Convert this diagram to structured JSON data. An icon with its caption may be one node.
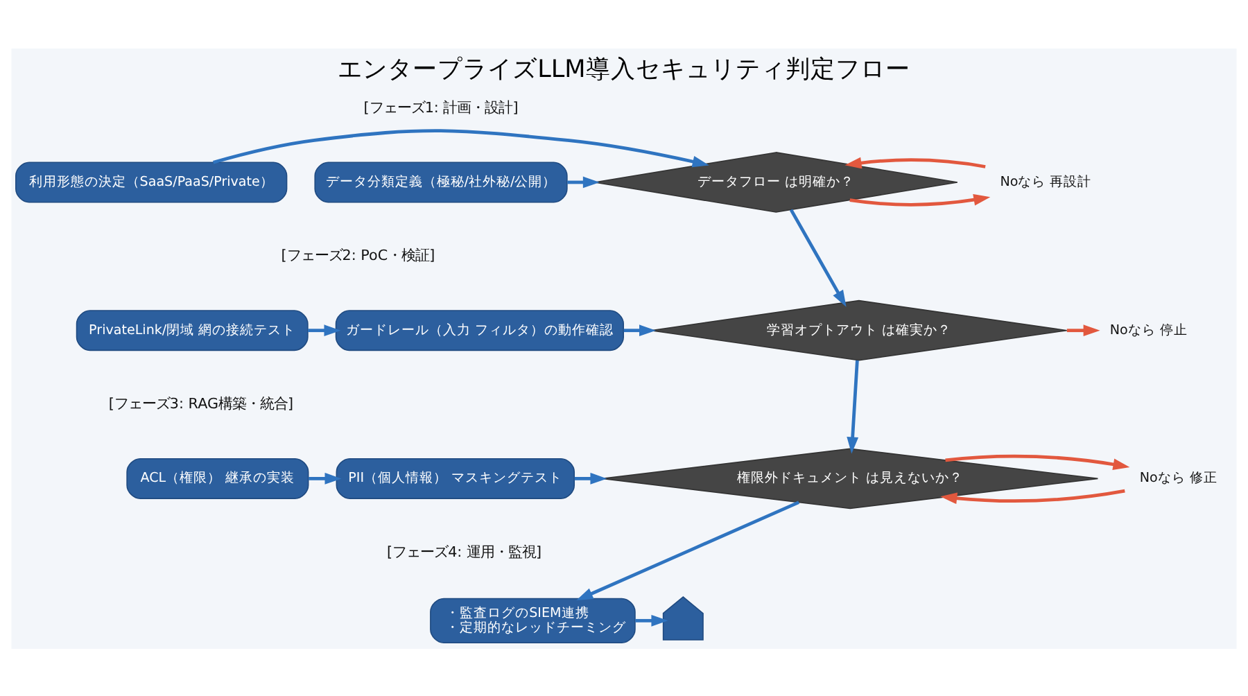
{
  "diagram": {
    "title": "エンタープライズLLM導入セキュリティ判定フロー",
    "nodes": [
      {
        "text": [
          "データ分類定義（極秘/社外秘/公開）"
        ]
      },
      {
        "text": [
          "利用形態の決定（SaaS/PaaS/Private）"
        ]
      },
      {
        "text": [
          "データフロー は明確か？"
        ]
      },
      {
        "text": [
          "Noなら 再設計"
        ]
      },
      {
        "text": [
          "PrivateLink/閉域 網の接続テスト"
        ]
      },
      {
        "text": [
          "ガードレール（入力 フィルタ）の動作確認"
        ]
      },
      {
        "text": [
          "学習オプトアウト は確実か？"
        ]
      },
      {
        "text": [
          "Noなら 停止"
        ]
      },
      {
        "text": [
          "ACL（権限） 継承の実装"
        ]
      },
      {
        "text": [
          "PII（個人情報） マスキングテスト"
        ]
      },
      {
        "text": [
          "権限外ドキュメント は見えないか？"
        ]
      },
      {
        "text": [
          "Noなら 修正"
        ]
      },
      {
        "text": [
          "・監査ログのSIEM連携",
          "・定期的なレッドチーミング"
        ]
      },
      {
        "text": [],
        "shape": "shield"
      }
    ],
    "edges": [
      {
        "from": 0,
        "to": 2,
        "arrow": "to"
      },
      {
        "from": 1,
        "to": 2,
        "arrow": "to"
      },
      {
        "from": 2,
        "to": 3,
        "arrow": "to",
        "color": "#e2583e"
      },
      {
        "from": 3,
        "to": 2,
        "arrow": "to",
        "color": "#e2583e"
      },
      {
        "from": 2,
        "to": 6,
        "arrow": "to"
      },
      {
        "from": 4,
        "to": 5,
        "arrow": "to"
      },
      {
        "from": 5,
        "to": 6,
        "arrow": "to"
      },
      {
        "from": 6,
        "to": 7,
        "arrow": "to",
        "color": "#e2583e"
      },
      {
        "from": 6,
        "to": 10,
        "arrow": "to"
      },
      {
        "from": 11,
        "to": 10,
        "arrow": "to",
        "color": "#e2583e"
      },
      {
        "from": 8,
        "to": 9,
        "arrow": "to"
      },
      {
        "from": 9,
        "to": 10,
        "arrow": "to"
      },
      {
        "from": 10,
        "to": 11,
        "arrow": "to",
        "color": "#e2583e"
      },
      {
        "from": 10,
        "to": 12,
        "arrow": "to"
      },
      {
        "from": 12,
        "to": 13,
        "arrow": "to"
      }
    ],
    "labels": [
      "[フェーズ1: 計画・設計]",
      "[フェーズ2: PoC・検証]",
      "[フェーズ3: RAG構築・統合]",
      "[フェーズ4: 運用・監視]"
    ]
  }
}
